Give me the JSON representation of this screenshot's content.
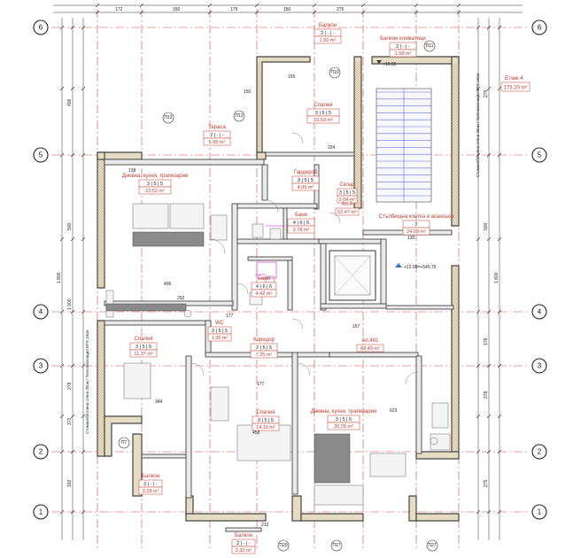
{
  "floor_summary": {
    "label": "Етаж 4",
    "area": "173.20 m²"
  },
  "axes": {
    "rows": [
      "6",
      "5",
      "4",
      "3",
      "2",
      "1"
    ]
  },
  "rooms": [
    {
      "id": "balcony-top",
      "name": "Балкон",
      "code": "2 | - | -",
      "area": "1.50 m²"
    },
    {
      "id": "balcony-climate",
      "name": "Балкон климатици",
      "code": "2 | - | -",
      "area": "1.58 m²"
    },
    {
      "id": "bedroom-north",
      "name": "Спалня",
      "code": "3 | 5 | 5",
      "area": "10.53 m²"
    },
    {
      "id": "terrace",
      "name": "Тераса",
      "code": "2 | - | -",
      "area": "6.95 m²"
    },
    {
      "id": "living-kitchen-west",
      "name": "Дневна, кухня, трапезария",
      "code": "3 | 5 | 5",
      "area": "22.52 m²"
    },
    {
      "id": "wardrobe",
      "name": "Гардероб",
      "code": "3 | 5 | 5",
      "area": "4.05 m²"
    },
    {
      "id": "storage",
      "name": "Склад",
      "code": "3 | 5 | 5",
      "area": "2.04 m²"
    },
    {
      "id": "bath-a",
      "name": "Баня",
      "code": "4 | 6 | 6",
      "area": "3.78 m²"
    },
    {
      "id": "apt-a",
      "name": "Ап.А",
      "code": "",
      "area": "52.47 m²"
    },
    {
      "id": "stair-elevator",
      "name": "Стълбищна клетка и асансьор",
      "code": "2",
      "area": "24.09 m²"
    },
    {
      "id": "bath-b",
      "name": "Баня",
      "code": "4 | 6 | 6",
      "area": "4.42 m²"
    },
    {
      "id": "wc",
      "name": "WC",
      "code": "3 | 5 | 5",
      "area": "1.35 m²"
    },
    {
      "id": "corridor",
      "name": "Коридор",
      "code": "2 | 5 | 5",
      "area": "7.25 m²"
    },
    {
      "id": "apt-b",
      "name": "Ап.401",
      "code": "",
      "area": "88.43 m²"
    },
    {
      "id": "bedroom-west",
      "name": "Спалня",
      "code": "3 | 5 | 5",
      "area": "11.37 m²"
    },
    {
      "id": "bedroom-south",
      "name": "Спалня",
      "code": "3 | 5 | 5",
      "area": "14.19 m²"
    },
    {
      "id": "living-kitchen-south",
      "name": "Дневна, кухня, трапезария",
      "code": "3 | 5 | 5",
      "area": "30.25 m²"
    },
    {
      "id": "balcony-sw",
      "name": "Балкон",
      "code": "2 | - | -",
      "area": "3.28 m²"
    },
    {
      "id": "balcony-south",
      "name": "Балкон",
      "code": "2 | - | -",
      "area": "3.32 m²"
    }
  ],
  "levels": {
    "top": "+10.65",
    "mid": "+12.00=+545.75"
  },
  "markers": [
    "П11",
    "П12",
    "П13",
    "П10",
    "П7",
    "П20",
    "П17",
    "П27"
  ],
  "side_notes": {
    "left": "Стоманобетонна стена 25см / Топлоизолация EPS 10см",
    "right": "Стоманобетонна стена 25см / Топлоизолация EPS 10см"
  },
  "dims": {
    "left_total": "1 800",
    "right_total": "1 800",
    "top": [
      "172",
      "150",
      "179",
      "150",
      "275"
    ],
    "left": [
      "406",
      "500",
      "1 000",
      "278",
      "372",
      "192"
    ],
    "right": [
      "275",
      "500",
      "178",
      "278",
      "275"
    ],
    "inner": [
      "165",
      "150",
      "224",
      "138",
      "406",
      "292",
      "177",
      "344",
      "177",
      "458",
      "623",
      "157",
      "210",
      "130"
    ]
  }
}
